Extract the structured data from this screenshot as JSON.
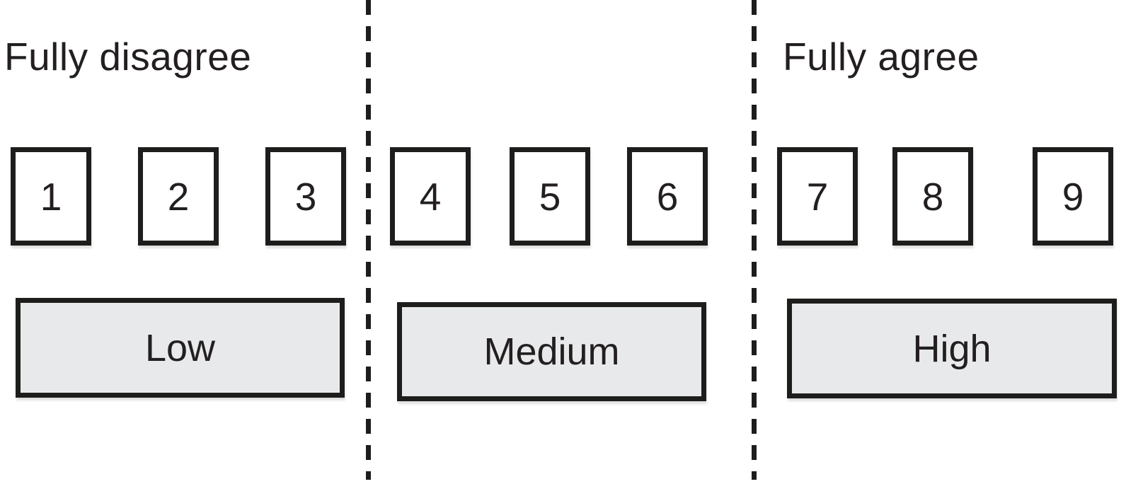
{
  "figure": {
    "left_anchor_label": "Fully disagree",
    "right_anchor_label": "Fully agree",
    "scale_points": [
      "1",
      "2",
      "3",
      "4",
      "5",
      "6",
      "7",
      "8",
      "9"
    ],
    "categories": [
      "Low",
      "Medium",
      "High"
    ]
  },
  "colors": {
    "ink_border": "#1d1d1b",
    "text": "#231f20",
    "category_fill": "#e8e9ea",
    "background": "#ffffff"
  }
}
